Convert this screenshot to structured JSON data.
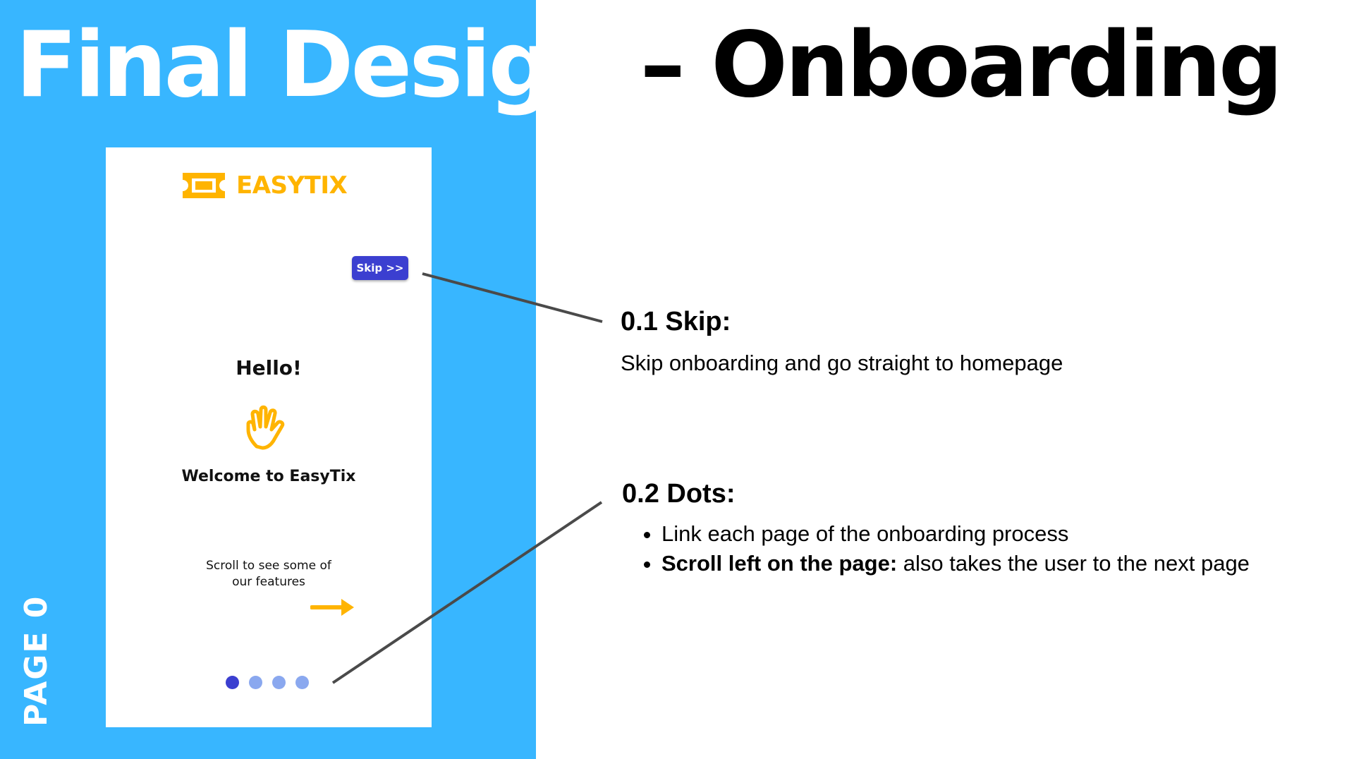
{
  "slide": {
    "title_part_a": "Final Design",
    "title_part_b": " – Onboarding",
    "page_label": "PAGE 0"
  },
  "phone": {
    "logo_text": "EASYTIX",
    "skip_label": "Skip >>",
    "hello": "Hello!",
    "welcome": "Welcome to EasyTix",
    "scroll_hint_line1": "Scroll to see some of",
    "scroll_hint_line2": "our features",
    "dots_total": 4,
    "active_dot": 1
  },
  "annotations": {
    "skip": {
      "heading": "0.1 Skip:",
      "body": "Skip onboarding and go straight to homepage"
    },
    "dots": {
      "heading": "0.2 Dots:",
      "bullet1": "Link each page of the onboarding process",
      "bullet2_bold": "Scroll left on the page:",
      "bullet2_rest": " also takes the user to the next page"
    }
  },
  "colors": {
    "panel_blue": "#38b6ff",
    "brand_yellow": "#ffb400",
    "button_indigo": "#3b3fd0",
    "dot_inactive": "#8aa8ef"
  },
  "icons": {
    "logo": "ticket-icon",
    "greeting": "vulcan-salute-hand-icon",
    "scroll": "arrow-right-icon"
  }
}
